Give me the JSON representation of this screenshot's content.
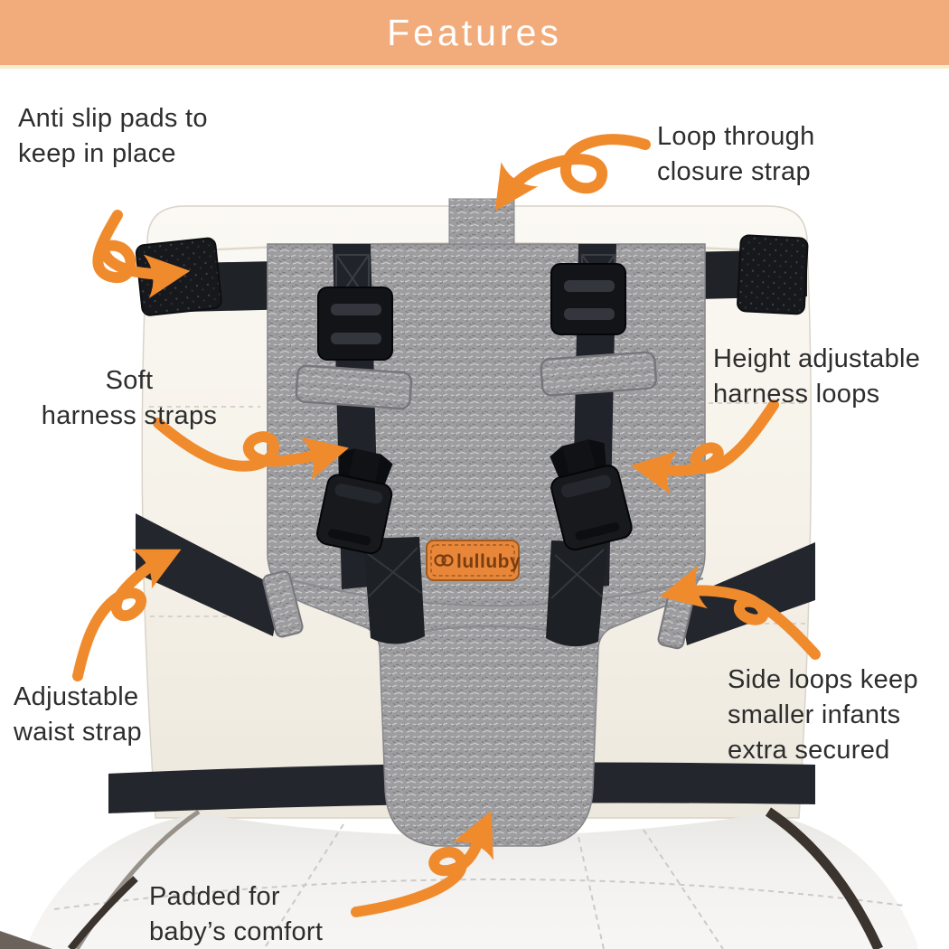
{
  "header": {
    "title": "Features"
  },
  "product": {
    "brand_label": "lulluby"
  },
  "callouts": [
    {
      "id": "anti-slip",
      "text": "Anti slip pads to\nkeep in place"
    },
    {
      "id": "loop-through",
      "text": "Loop through\nclosure strap"
    },
    {
      "id": "soft-harness",
      "text": "Soft\nharness straps"
    },
    {
      "id": "height-adjustable",
      "text": "Height adjustable\nharness loops"
    },
    {
      "id": "adjustable-waist",
      "text": "Adjustable\nwaist strap"
    },
    {
      "id": "side-loops",
      "text": "Side loops keep\nsmaller infants\nextra secured"
    },
    {
      "id": "padded",
      "text": "Padded for\nbaby’s comfort"
    }
  ],
  "colors": {
    "banner_bg": "#F2AC7B",
    "banner_text": "#FFFFFF",
    "arrow": "#F08B2D",
    "callout_text": "#2D2D2D",
    "label_bg": "#E8873A",
    "label_text": "#7A3D10",
    "strap_dark": "#1F2227",
    "fabric_gray": "#9D9D9F",
    "chair_white": "#F7F4EE"
  }
}
